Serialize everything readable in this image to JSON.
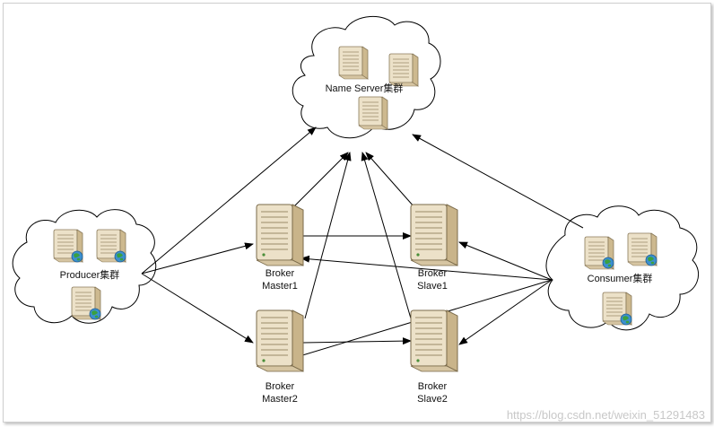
{
  "nodes": {
    "name_server": {
      "label": "Name Server集群"
    },
    "producer": {
      "label": "Producer集群"
    },
    "consumer": {
      "label": "Consumer集群"
    },
    "broker_master1": {
      "line1": "Broker",
      "line2": "Master1"
    },
    "broker_slave1": {
      "line1": "Broker",
      "line2": "Slave1"
    },
    "broker_master2": {
      "line1": "Broker",
      "line2": "Master2"
    },
    "broker_slave2": {
      "line1": "Broker",
      "line2": "Slave2"
    }
  },
  "watermark": "https://blog.csdn.net/weixin_51291483",
  "colors": {
    "line": "#000000",
    "server_body": "#e9dcc0",
    "server_dark": "#c9b48a",
    "globe": "#2f8a3a"
  }
}
